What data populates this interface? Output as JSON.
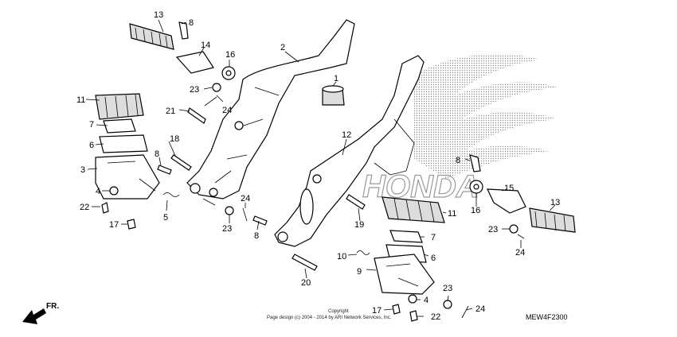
{
  "diagram": {
    "frame_code": "MEW4F2300",
    "direction_label": "FR.",
    "copyright_line1": "Copyright",
    "copyright_line2": "Page design (c) 2004 - 2014 by ARI Network Services, Inc.",
    "watermark_text": "HONDA",
    "callouts": {
      "c1": "1",
      "c2": "2",
      "c3": "3",
      "c4a": "4",
      "c4b": "4",
      "c5": "5",
      "c6a": "6",
      "c6b": "6",
      "c7a": "7",
      "c7b": "7",
      "c8a": "8",
      "c8b": "8",
      "c8c": "8",
      "c8d": "8",
      "c9": "9",
      "c10": "10",
      "c11a": "11",
      "c11b": "11",
      "c12": "12",
      "c13a": "13",
      "c13b": "13",
      "c14": "14",
      "c15": "15",
      "c16a": "16",
      "c16b": "16",
      "c17a": "17",
      "c17b": "17",
      "c18": "18",
      "c19": "19",
      "c20": "20",
      "c21": "21",
      "c22a": "22",
      "c22b": "22",
      "c23a": "23",
      "c23b": "23",
      "c23c": "23",
      "c23d": "23",
      "c24a": "24",
      "c24b": "24",
      "c24c": "24",
      "c24d": "24"
    }
  }
}
